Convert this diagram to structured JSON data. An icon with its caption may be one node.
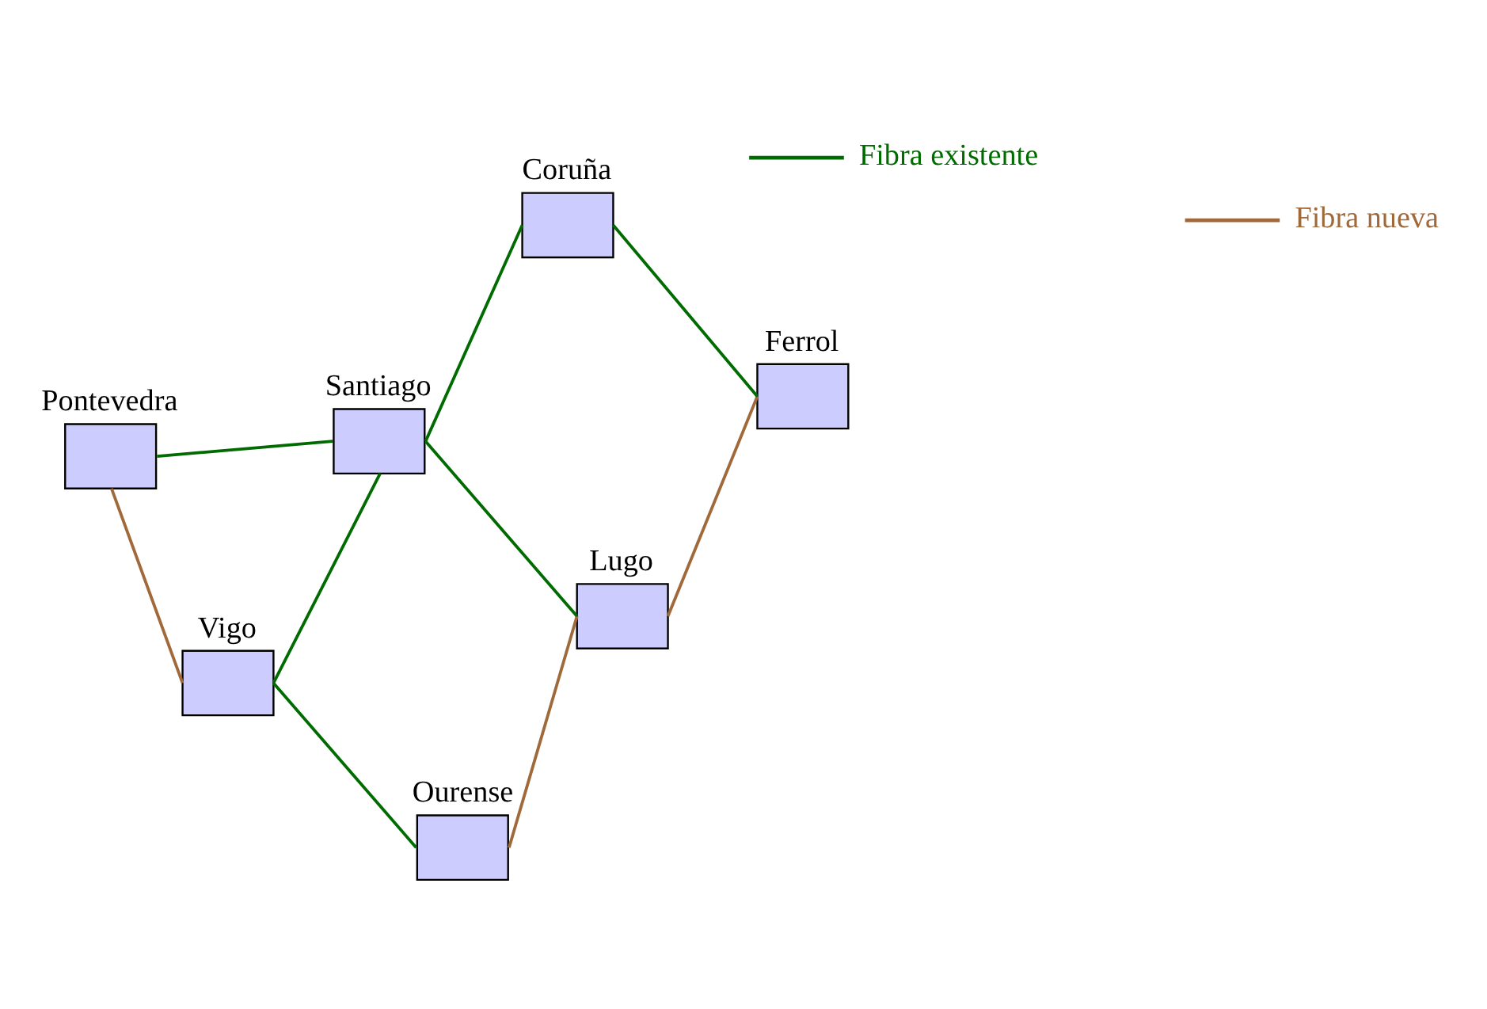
{
  "diagram": {
    "nodes": [
      {
        "text": [],
        "shape": "box",
        "beside": [
          "Ferrol"
        ]
      },
      {
        "text": [],
        "shape": "box",
        "beside": [
          "Coruña"
        ]
      },
      {
        "text": [],
        "shape": "box",
        "beside": [
          "Lugo"
        ]
      },
      {
        "text": [],
        "shape": "box",
        "beside": [
          "Santiago"
        ]
      },
      {
        "text": [],
        "shape": "box",
        "beside": [
          "Ourense"
        ]
      },
      {
        "text": [],
        "shape": "box",
        "beside": [
          "Pontevedra"
        ]
      },
      {
        "text": [],
        "shape": "box",
        "beside": [
          "Vigo"
        ]
      }
    ],
    "edges": [
      {
        "from": 1,
        "to": 0,
        "arrow": "none"
      },
      {
        "from": 0,
        "to": 2,
        "arrow": "none",
        "color": "#a0693a"
      },
      {
        "from": 1,
        "to": 3,
        "arrow": "none"
      },
      {
        "from": 3,
        "to": 2,
        "arrow": "none"
      },
      {
        "from": 2,
        "to": 4,
        "arrow": "none",
        "color": "#a0693a"
      },
      {
        "from": 3,
        "to": 5,
        "arrow": "none"
      },
      {
        "from": 3,
        "to": 6,
        "arrow": "none"
      },
      {
        "from": 5,
        "to": 6,
        "arrow": "none",
        "color": "#a0693a"
      },
      {
        "from": 6,
        "to": 4,
        "arrow": "none"
      }
    ],
    "legend": [
      {
        "text": "Fibra existente"
      },
      {
        "text": "Fibra nueva"
      }
    ]
  }
}
